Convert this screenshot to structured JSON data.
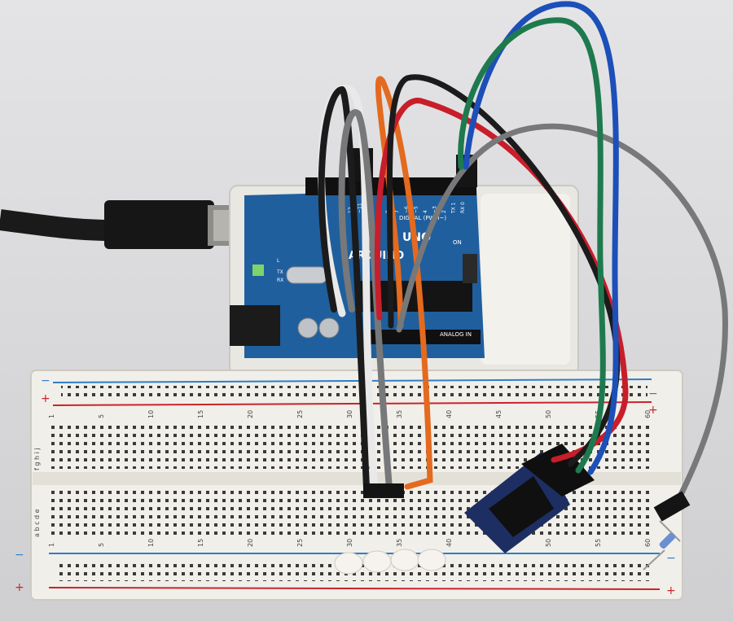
{
  "arduino": {
    "brand": "ARDUINO",
    "model": "UNO",
    "digital_header": "DIGITAL (PWM~)",
    "analog_header": "ANALOG IN",
    "on_label": "ON",
    "tx_label": "TX",
    "rx_label": "RX",
    "l_label": "L",
    "pin_labels": [
      "12",
      "~11",
      "~10",
      "~9",
      "8",
      "7",
      "~6",
      "~5",
      "4",
      "~3",
      "2",
      "TX 1",
      "RX 0"
    ]
  },
  "breadboard": {
    "row_letters_top": "f g h i j",
    "row_letters_bottom": "a b c d e",
    "column_numbers": [
      "1",
      "5",
      "10",
      "15",
      "20",
      "25",
      "30",
      "35",
      "40",
      "45",
      "50",
      "55",
      "60"
    ],
    "plus_sign": "+",
    "minus_sign": "−"
  },
  "colors": {
    "board_blue": "#1f5f9e",
    "breadboard": "#f1efe9",
    "rail_red": "#c8242b",
    "rail_blue": "#2d7ec9",
    "wire_black": "#1b1b1b",
    "wire_gray": "#77787a",
    "wire_white": "#e9e9e9",
    "wire_orange": "#e36a1f",
    "wire_red": "#c81d2a",
    "wire_blue": "#1c4fb8",
    "wire_green": "#1e7a4e"
  }
}
